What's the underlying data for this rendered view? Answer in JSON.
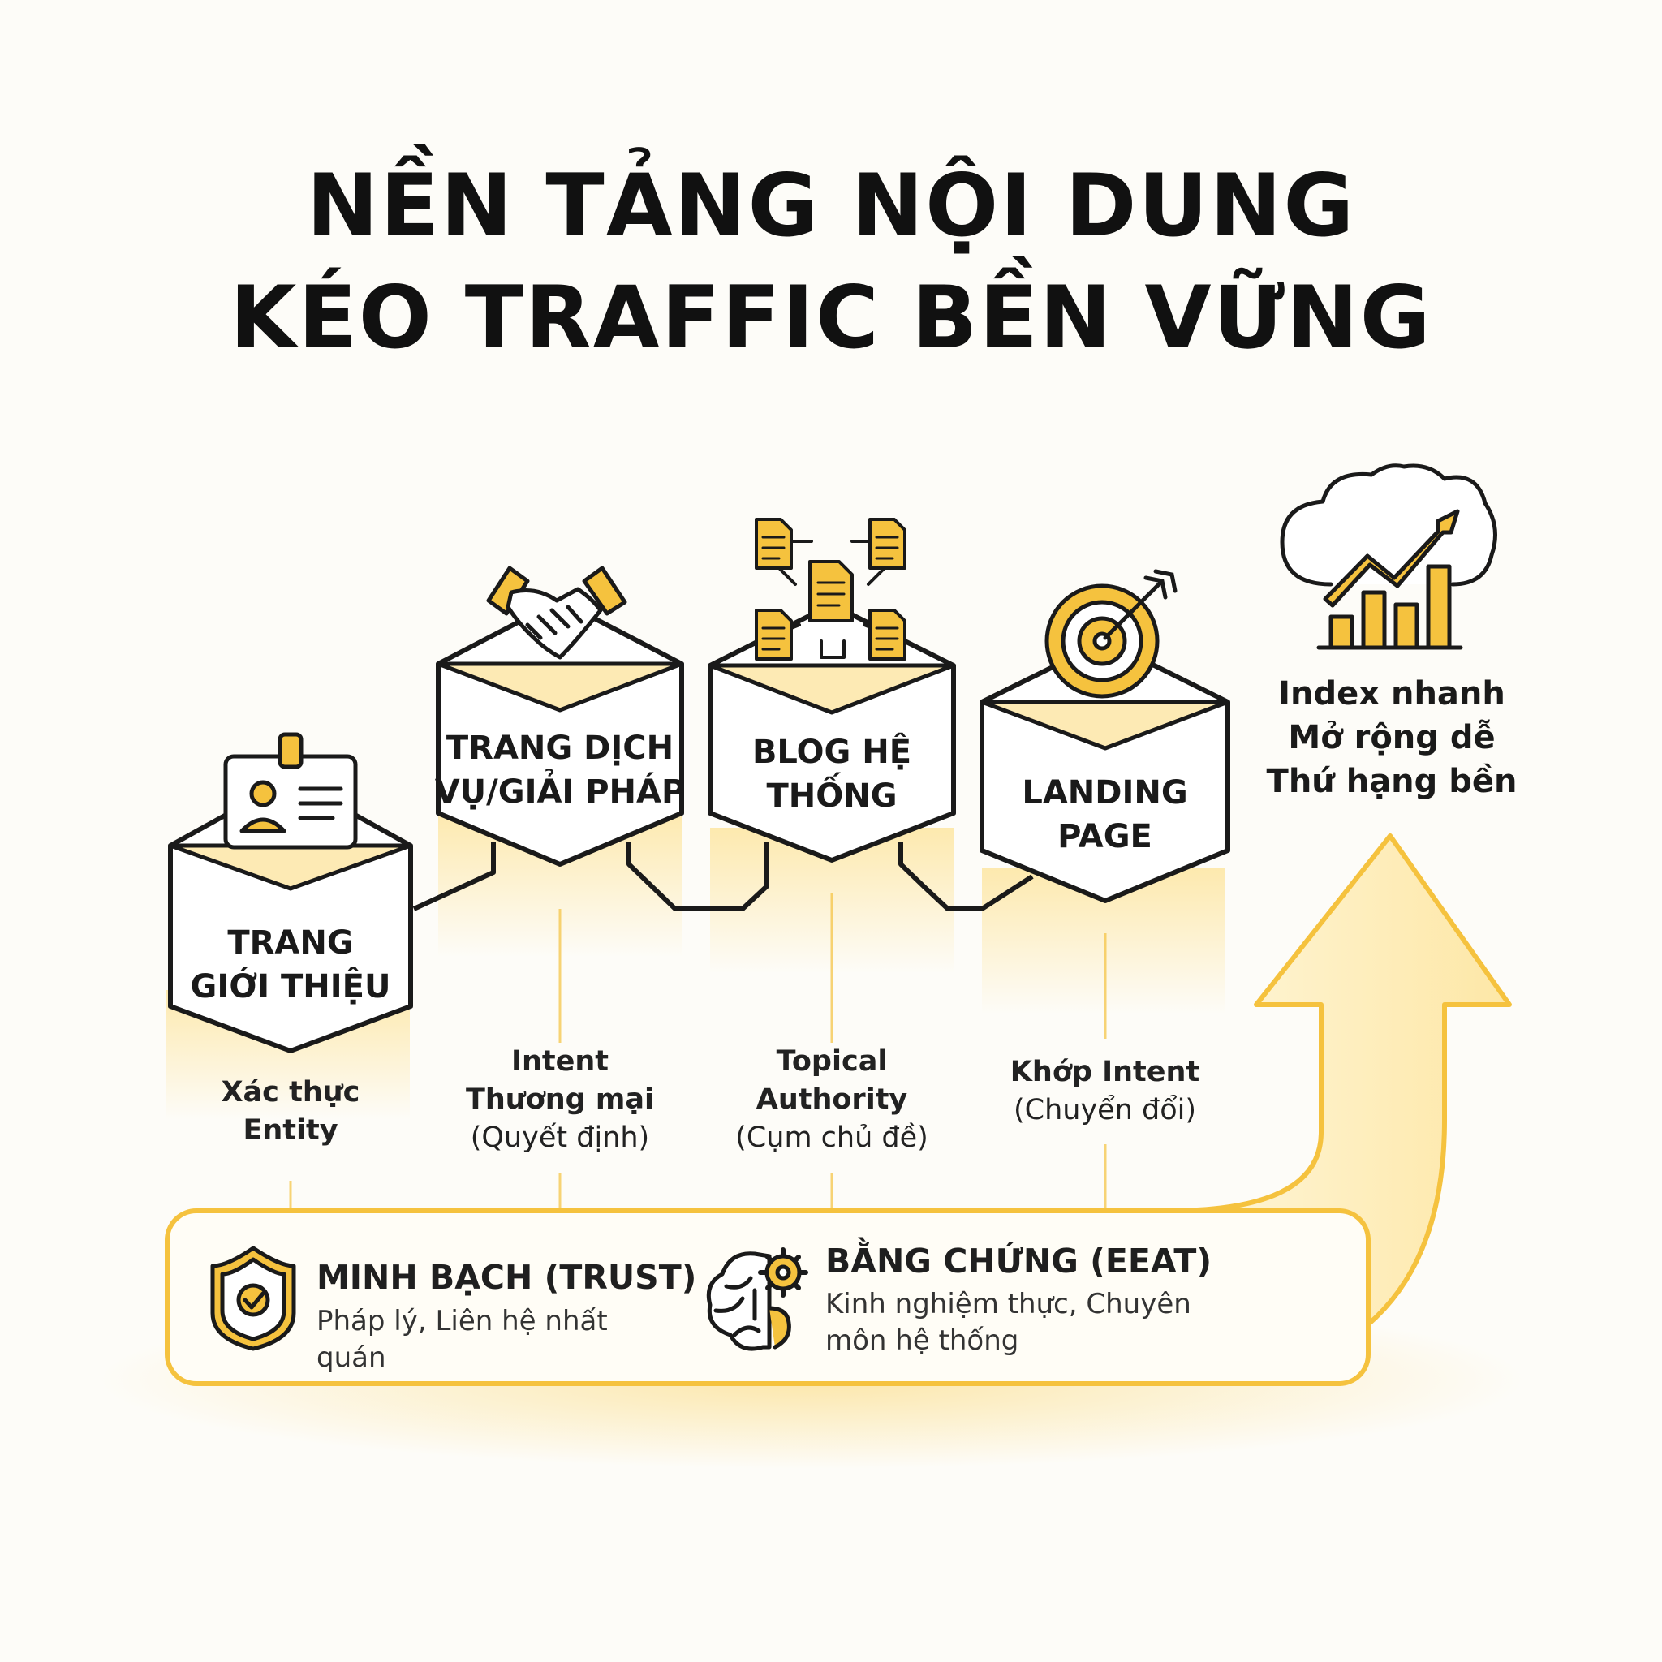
{
  "title": {
    "line1": "NỀN TẢNG NỘI DUNG",
    "line2": "KÉO TRAFFIC BỀN VỮNG"
  },
  "colors": {
    "accent": "#f5c23e",
    "accent_light": "#fde7a6",
    "fill": "#fff6d8",
    "stroke": "#1a1a1a"
  },
  "steps": [
    {
      "title_lines": [
        "TRANG",
        "GIỚI THIỆU"
      ],
      "icon": "id-card-icon",
      "desc_bold": [
        "Xác thực",
        "Entity"
      ],
      "desc_normal": []
    },
    {
      "title_lines": [
        "TRANG DỊCH",
        "VỤ/GIẢI PHÁP"
      ],
      "icon": "handshake-icon",
      "desc_bold": [
        "Intent",
        "Thương mại"
      ],
      "desc_normal": [
        "(Quyết định)"
      ]
    },
    {
      "title_lines": [
        "BLOG HỆ",
        "THỐNG"
      ],
      "icon": "document-network-icon",
      "desc_bold": [
        "Topical",
        "Authority"
      ],
      "desc_normal": [
        "(Cụm chủ đề)"
      ]
    },
    {
      "title_lines": [
        "LANDING",
        "PAGE"
      ],
      "icon": "target-icon",
      "desc_bold": [
        "Khớp Intent"
      ],
      "desc_normal": [
        "(Chuyển đổi)"
      ]
    }
  ],
  "result": {
    "icon": "cloud-growth-chart-icon",
    "lines": [
      "Index nhanh",
      "Mở rộng dễ",
      "Thứ hạng bền"
    ]
  },
  "pillars": [
    {
      "icon": "shield-check-icon",
      "heading": "MINH BẠCH (TRUST)",
      "desc_lines": [
        "Pháp lý, Liên hệ nhất quán"
      ]
    },
    {
      "icon": "brain-gear-icon",
      "heading": "BẰNG CHỨNG (EEAT)",
      "desc_lines": [
        "Kinh nghiệm thực, Chuyên",
        "môn hệ thống"
      ]
    }
  ]
}
